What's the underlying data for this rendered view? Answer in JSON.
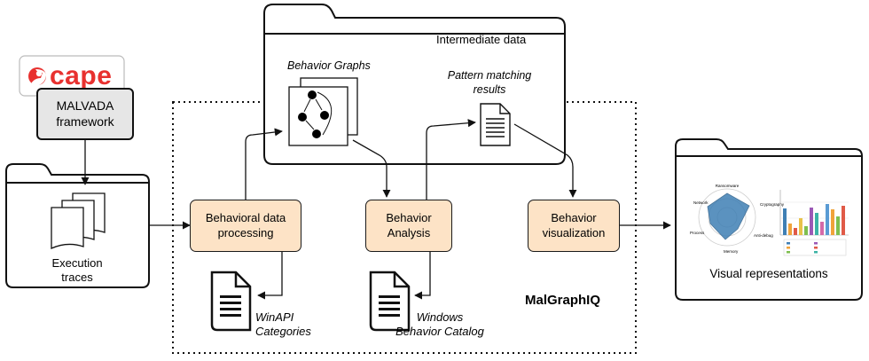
{
  "logo": {
    "text": "cape"
  },
  "framework": {
    "label": "MALVADA\nframework"
  },
  "traces": {
    "label": "Execution\ntraces"
  },
  "intermediate": {
    "title": "Intermediate data",
    "graphs_label": "Behavior Graphs",
    "pattern_label": "Pattern matching\nresults"
  },
  "system": {
    "name": "MalGraphIQ"
  },
  "steps": {
    "processing": "Behavioral data\nprocessing",
    "analysis": "Behavior\nAnalysis",
    "visualization": "Behavior\nvisualization"
  },
  "docs": {
    "winapi": "WinAPI\nCategories",
    "catalog": "Windows\nBehavior Catalog"
  },
  "output": {
    "label": "Visual representations"
  },
  "colors": {
    "node_fill": "#fde3c6",
    "brand_red": "#e8312f",
    "framework_fill": "#e6e6e6"
  }
}
